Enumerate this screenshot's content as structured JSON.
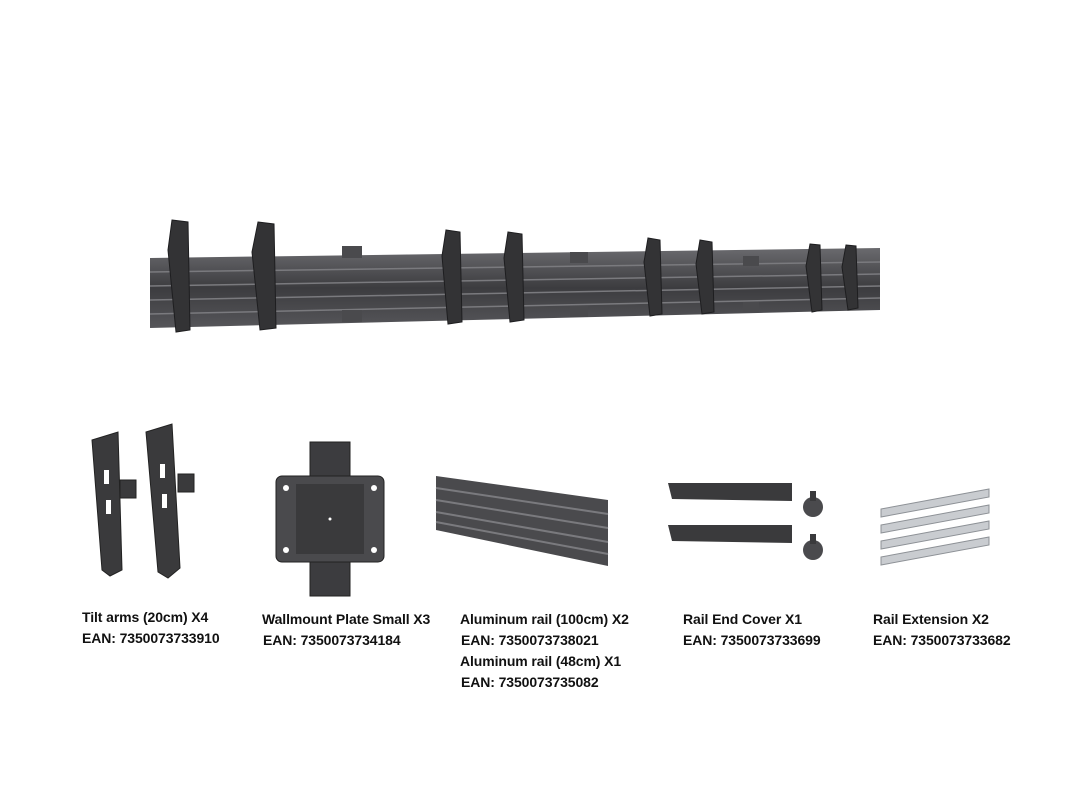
{
  "parts": [
    {
      "name": "Tilt arms (20cm) X4",
      "ean": "EAN: 7350073733910"
    },
    {
      "name": "Wallmount Plate Small X3",
      "ean": "EAN: 7350073734184"
    },
    {
      "name": "Aluminum rail (100cm) X2",
      "ean": "EAN: 7350073738021",
      "name2": "Aluminum rail (48cm) X1",
      "ean2": "EAN: 7350073735082"
    },
    {
      "name": "Rail End Cover X1",
      "ean": "EAN: 7350073733699"
    },
    {
      "name": "Rail Extension X2",
      "ean": "EAN: 7350073733682"
    }
  ],
  "colors": {
    "metal_dark": "#3a3a3c",
    "metal_mid": "#5a5a5d",
    "metal_light": "#8a8a8e",
    "silver": "#c9ccd0",
    "text": "#111111"
  }
}
